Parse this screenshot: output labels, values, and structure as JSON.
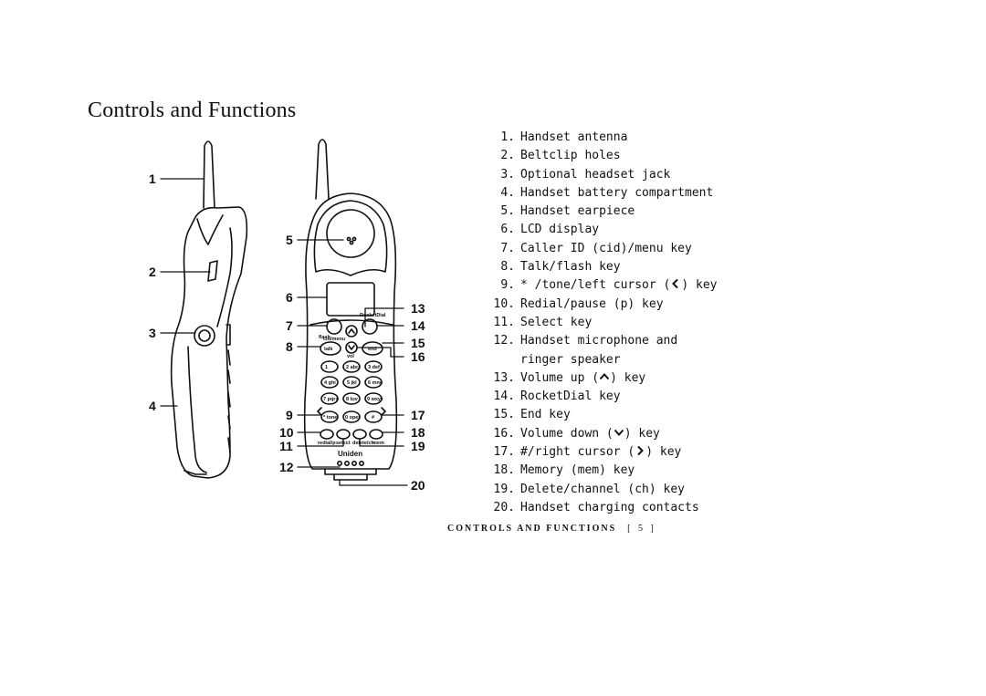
{
  "page": {
    "title": "Controls and Functions",
    "footer_section": "CONTROLS AND FUNCTIONS",
    "footer_page": "[ 5 ]"
  },
  "callouts": [
    "1",
    "2",
    "3",
    "4",
    "5",
    "6",
    "7",
    "8",
    "9",
    "10",
    "11",
    "12",
    "13",
    "14",
    "15",
    "16",
    "17",
    "18",
    "19",
    "20"
  ],
  "handset_labels": {
    "cid_menu": "cid/menu",
    "rocketdial": "RocketDial",
    "flash": "flash",
    "talk": "talk",
    "end": "end",
    "vol": "vol",
    "redial": "redial/p",
    "select": "select",
    "delete": "delete/ch",
    "mem": "mem",
    "brand": "Uniden",
    "keys": [
      "1",
      "2 abc",
      "3 def",
      "4 ghi",
      "5 jkl",
      "6 mno",
      "7 pqrs",
      "8 tuv",
      "9 wxyz",
      "* tone",
      "0 oper",
      "#"
    ]
  },
  "items": [
    {
      "num": "1.",
      "text": "Handset antenna"
    },
    {
      "num": "2.",
      "text": "Beltclip holes"
    },
    {
      "num": "3.",
      "text": "Optional headset jack"
    },
    {
      "num": "4.",
      "text": "Handset battery compartment"
    },
    {
      "num": "5.",
      "text": "Handset earpiece"
    },
    {
      "num": "6.",
      "text": "LCD display"
    },
    {
      "num": "7.",
      "text": "Caller ID (cid)/menu key"
    },
    {
      "num": "8.",
      "text": "Talk/flash key"
    },
    {
      "num": "9.",
      "text_before": "* /tone/left cursor (",
      "icon": "chevron-left-icon",
      "text_after": ") key"
    },
    {
      "num": "10.",
      "text": "Redial/pause (p) key"
    },
    {
      "num": "11.",
      "text": "Select key"
    },
    {
      "num": "12.",
      "text": "Handset microphone and",
      "continuation": "ringer speaker"
    },
    {
      "num": "13.",
      "text_before": "Volume up (",
      "icon": "chevron-up-icon",
      "text_after": ") key"
    },
    {
      "num": "14.",
      "text": "RocketDial key"
    },
    {
      "num": "15.",
      "text": "End key"
    },
    {
      "num": "16.",
      "text_before": "Volume down (",
      "icon": "chevron-down-icon",
      "text_after": ") key"
    },
    {
      "num": "17.",
      "text_before": "#/right cursor (",
      "icon": "chevron-right-icon",
      "text_after": ") key"
    },
    {
      "num": "18.",
      "text": "Memory (mem) key"
    },
    {
      "num": "19.",
      "text": "Delete/channel (ch) key"
    },
    {
      "num": "20.",
      "text": "Handset charging contacts"
    }
  ]
}
